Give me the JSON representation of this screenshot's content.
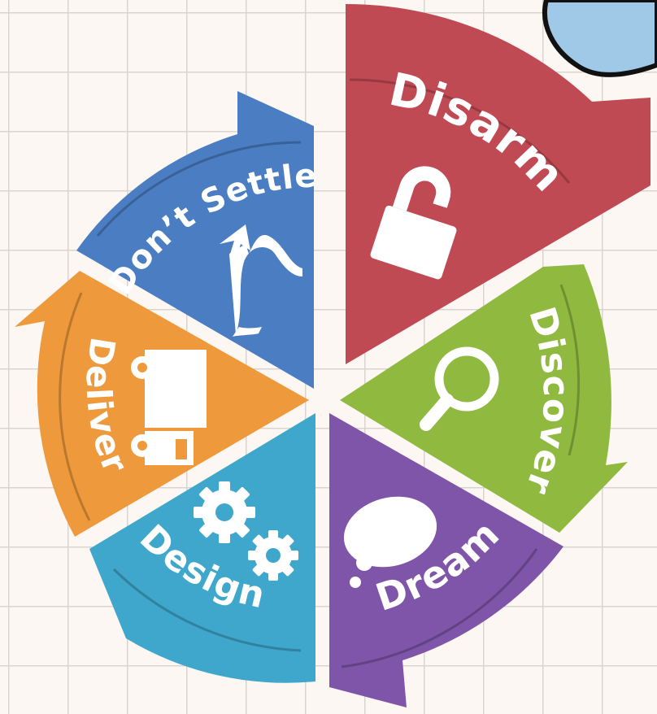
{
  "diagram": {
    "segments": [
      {
        "id": "disarm",
        "label": "Disarm",
        "color": "#c04a53",
        "icon": "open-padlock-icon"
      },
      {
        "id": "discover",
        "label": "Discover",
        "color": "#8fb93f",
        "icon": "magnifying-glass-icon"
      },
      {
        "id": "dream",
        "label": "Dream",
        "color": "#7e55a8",
        "icon": "thought-bubble-icon"
      },
      {
        "id": "design",
        "label": "Design",
        "color": "#3fa7cb",
        "icon": "gears-icon"
      },
      {
        "id": "deliver",
        "label": "Deliver",
        "color": "#ee9a3c",
        "icon": "delivery-truck-icon"
      },
      {
        "id": "dont-settle",
        "label": "Don’t Settle",
        "color": "#4a7dc2",
        "icon": "climbing-arrow-icon"
      }
    ]
  },
  "corner_shape": {
    "color": "#9fc9e6"
  }
}
